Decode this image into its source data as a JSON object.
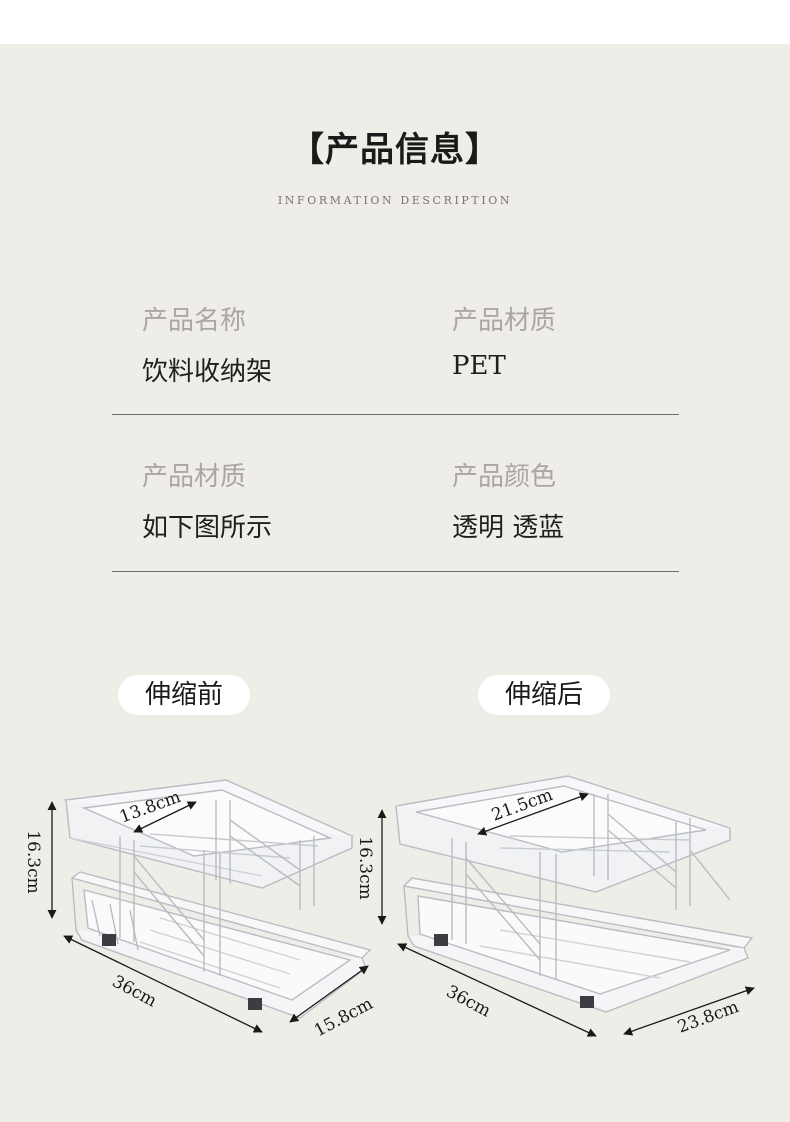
{
  "header": {
    "title": "【产品信息】",
    "subtitle": "INFORMATION DESCRIPTION"
  },
  "specs": [
    {
      "label": "产品名称",
      "value": "饮料收纳架"
    },
    {
      "label": "产品材质",
      "value": "PET"
    },
    {
      "label": "产品材质",
      "value": "如下图所示"
    },
    {
      "label": "产品颜色",
      "value": "透明 透蓝"
    }
  ],
  "views": {
    "before": {
      "label": "伸缩前",
      "width": "13.8cm",
      "height": "16.3cm",
      "length": "36cm",
      "depth": "15.8cm"
    },
    "after": {
      "label": "伸缩后",
      "width": "21.5cm",
      "height": "16.3cm",
      "length": "36cm",
      "depth": "23.8cm"
    }
  }
}
